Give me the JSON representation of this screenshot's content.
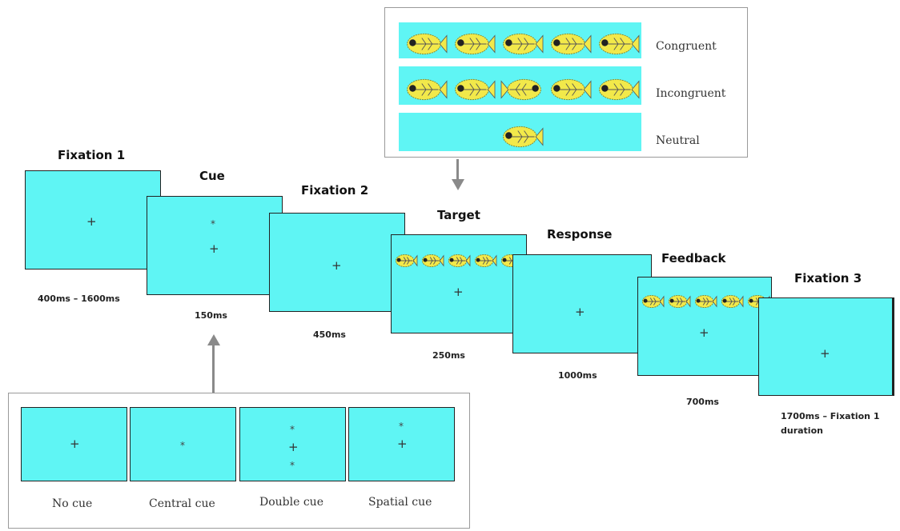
{
  "stages": [
    {
      "id": "fixation1",
      "title": "Fixation 1",
      "duration": "400ms – 1600ms"
    },
    {
      "id": "cue",
      "title": "Cue",
      "duration": "150ms"
    },
    {
      "id": "fixation2",
      "title": "Fixation 2",
      "duration": "450ms"
    },
    {
      "id": "target",
      "title": "Target",
      "duration": "250ms"
    },
    {
      "id": "response",
      "title": "Response",
      "duration": "1000ms"
    },
    {
      "id": "feedback",
      "title": "Feedback",
      "duration": "700ms"
    },
    {
      "id": "fixation3",
      "title": "Fixation 3",
      "duration": "1700ms – Fixation 1 duration"
    }
  ],
  "target_conditions": [
    {
      "label": "Congruent"
    },
    {
      "label": "Incongruent"
    },
    {
      "label": "Neutral"
    }
  ],
  "cue_types": [
    {
      "label": "No cue"
    },
    {
      "label": "Central cue"
    },
    {
      "label": "Double cue"
    },
    {
      "label": "Spatial cue"
    }
  ],
  "colors": {
    "screen": "#5ff5f4",
    "fish": "#f2e94a",
    "arrow": "#8a8a8a"
  },
  "symbols": {
    "fixation": "+",
    "cue": "*"
  }
}
